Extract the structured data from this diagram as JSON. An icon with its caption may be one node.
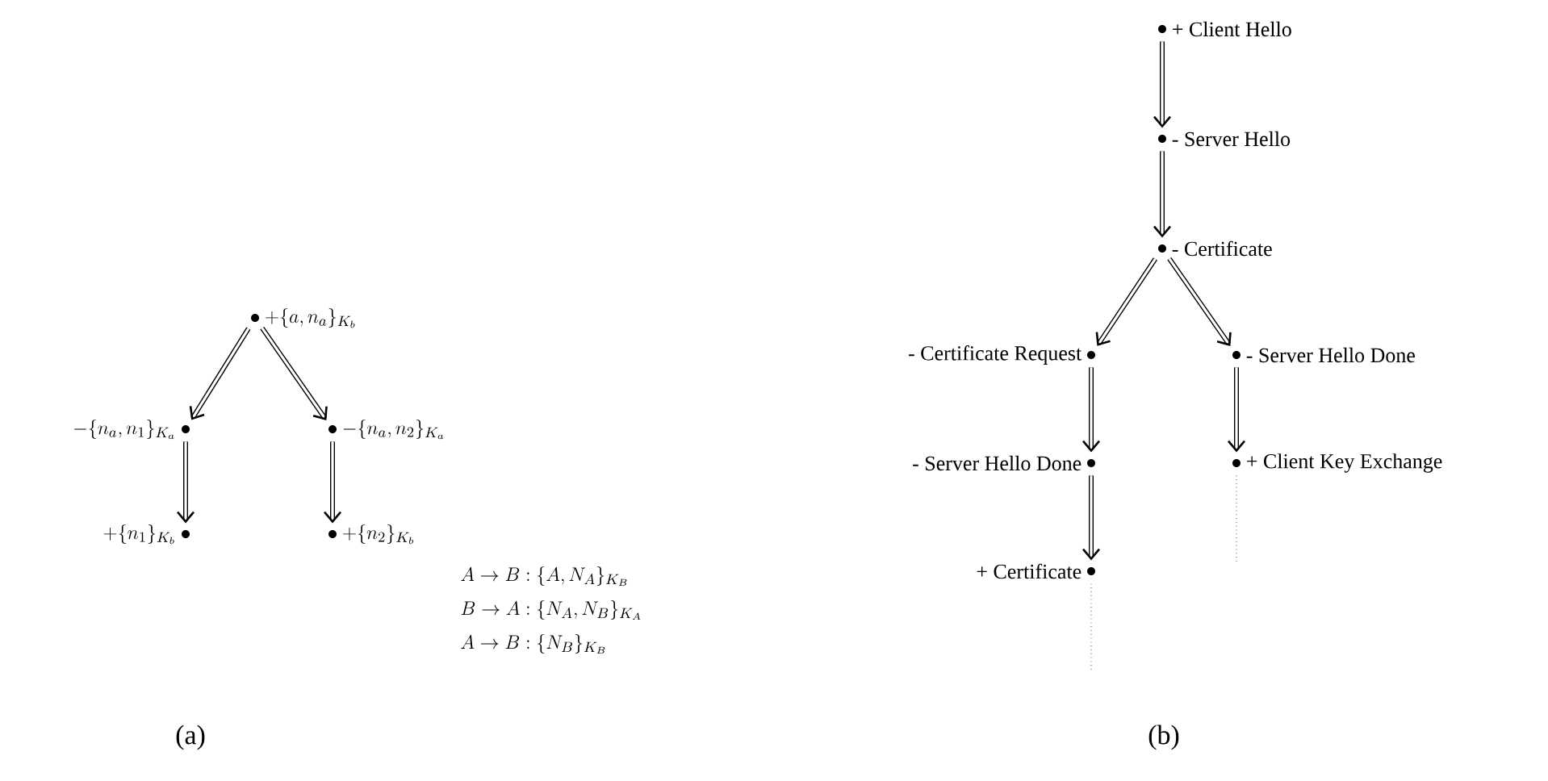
{
  "diagram": {
    "nodes": [
      {
        "text": [
          "+\\{a,n_a\\}_{K_b}"
        ]
      },
      {
        "text": [
          "-\\{n_a,n_1\\}_{K_a}"
        ]
      },
      {
        "text": [
          "-\\{n_a,n_2\\}_{K_a}"
        ]
      },
      {
        "text": [
          "+\\{n_1\\}_{K_b}"
        ]
      },
      {
        "text": [
          "+\\{n_2\\}_{K_b}"
        ]
      },
      {
        "text": [
          "+ Client Hello"
        ]
      },
      {
        "text": [
          "- Server Hello"
        ]
      },
      {
        "text": [
          "- Certificate"
        ]
      },
      {
        "text": [
          "- Certificate Request"
        ]
      },
      {
        "text": [
          "- Server Hello Done"
        ]
      },
      {
        "text": [
          "- Server Hello Done"
        ]
      },
      {
        "text": [
          "+ Client Key Exchange"
        ]
      },
      {
        "text": [
          "+ Certificate"
        ]
      }
    ],
    "edges": [
      {
        "from": 0,
        "to": 1,
        "arrow": "to"
      },
      {
        "from": 0,
        "to": 2,
        "arrow": "to"
      },
      {
        "from": 1,
        "to": 3,
        "arrow": "to"
      },
      {
        "from": 2,
        "to": 4,
        "arrow": "to"
      },
      {
        "from": 5,
        "to": 6,
        "arrow": "to"
      },
      {
        "from": 6,
        "to": 7,
        "arrow": "to"
      },
      {
        "from": 7,
        "to": 8,
        "arrow": "to"
      },
      {
        "from": 7,
        "to": 9,
        "arrow": "to"
      },
      {
        "from": 8,
        "to": 10,
        "arrow": "to"
      },
      {
        "from": 9,
        "to": 11,
        "arrow": "to"
      },
      {
        "from": 10,
        "to": 12,
        "arrow": "to"
      },
      {
        "from": 12,
        "to": null,
        "arrow": "none",
        "style": "dashed"
      },
      {
        "from": 11,
        "to": null,
        "arrow": "none",
        "style": "dashed"
      }
    ],
    "labels": [
      "A \\to B : \\{A, N_A\\}_{K_B}",
      "B \\to A : \\{N_A, N_B\\}_{K_A}",
      "A \\to B : \\{N_B\\}_{K_B}",
      "(a)",
      "(b)"
    ]
  }
}
